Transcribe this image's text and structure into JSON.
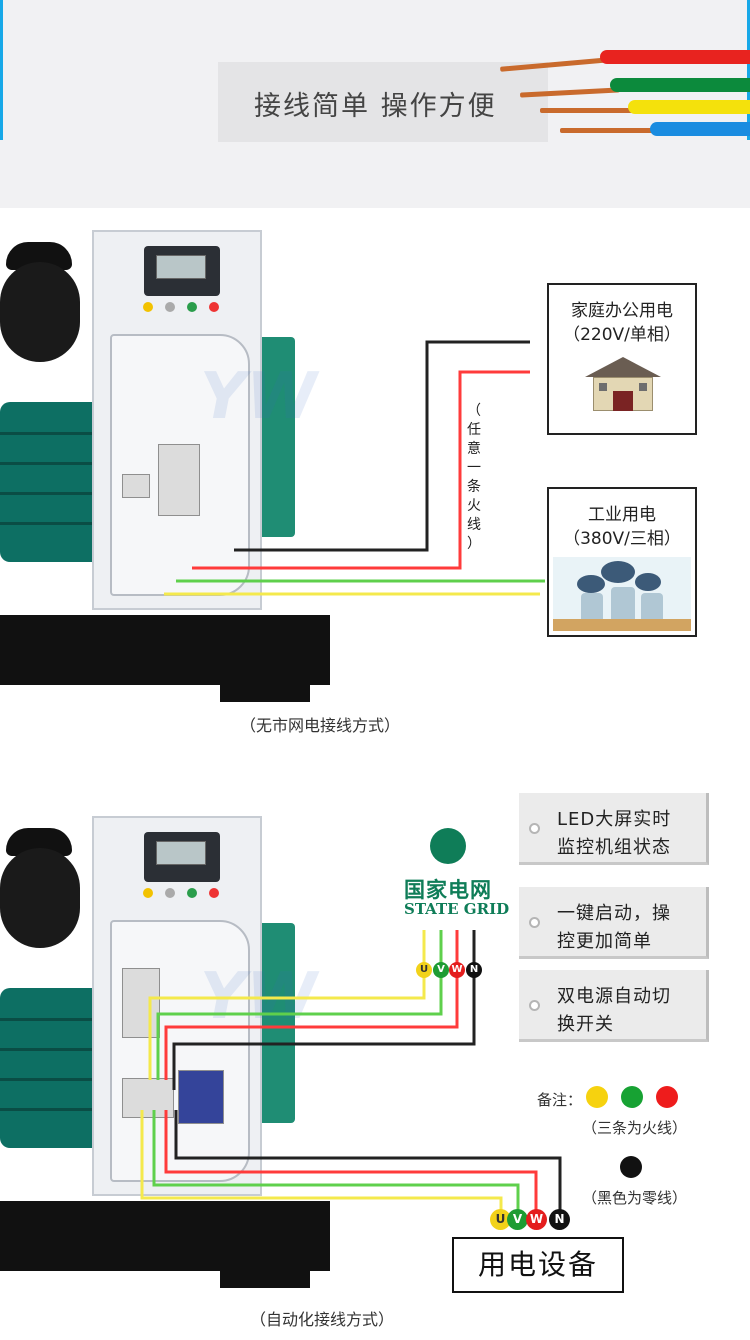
{
  "banner": {
    "title": "接线简单  操作方便"
  },
  "section1": {
    "household_box": {
      "line1": "家庭办公用电",
      "line2": "（220V/单相）"
    },
    "industrial_box": {
      "line1": "工业用电",
      "line2": "（380V/三相）"
    },
    "vertical_note": [
      "（",
      "任",
      "意",
      "一",
      "条",
      "火",
      "线",
      "）"
    ],
    "caption": "（无市网电接线方式）",
    "wire_colors": {
      "neutral": "#222222",
      "red": "#ff3b3b",
      "green": "#5fd04c",
      "yellow": "#f4e94c"
    }
  },
  "section2": {
    "state_grid": {
      "cn": "国家电网",
      "en": "STATE GRID"
    },
    "features": [
      {
        "line1": "LED大屏实时",
        "line2": "监控机组状态"
      },
      {
        "line1": "一键启动，操",
        "line2": "控更加简单"
      },
      {
        "line1": "双电源自动切",
        "line2": "换开关"
      }
    ],
    "phase_labels": [
      "U",
      "V",
      "W",
      "N"
    ],
    "phase_colors": [
      "#f2d21a",
      "#1e9c33",
      "#e41e1e",
      "#111111"
    ],
    "note": {
      "label": "备注：",
      "fire_desc": "（三条为火线）",
      "neutral_desc": "（黑色为零线）"
    },
    "device_label": "用电设备",
    "caption": "（自动化接线方式）"
  }
}
